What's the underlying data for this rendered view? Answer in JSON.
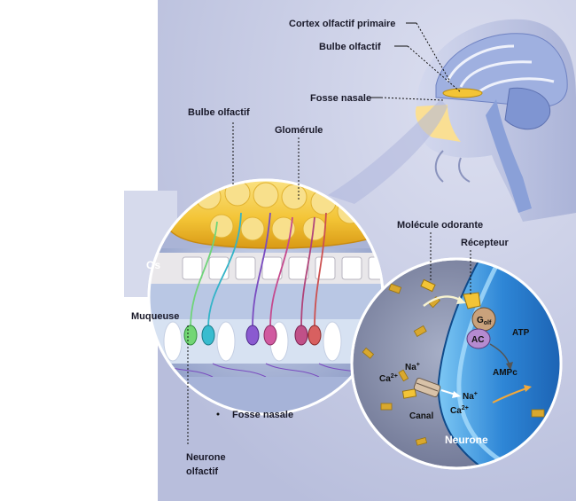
{
  "labels": {
    "cortex": "Cortex olfactif primaire",
    "bulbe_top": "Bulbe olfactif",
    "fosse_top": "Fosse nasale",
    "bulbe_left": "Bulbe olfactif",
    "glomerule": "Glomérule",
    "molecule": "Molécule odorante",
    "recepteur": "Récepteur",
    "os": "Os",
    "muqueuse": "Muqueuse",
    "fosse_bottom": "Fosse nasale",
    "neurone_olfactif": "Neurone\nolfactif",
    "neurone_olfactif_1": "Neurone",
    "neurone_olfactif_2": "olfactif",
    "neurone": "Neurone"
  },
  "molecules": {
    "golf_g": "G",
    "golf_sub": "olf",
    "ac": "AC",
    "atp": "ATP",
    "ampc": "AMPc",
    "canal": "Canal",
    "na_top": "Na",
    "ca_top": "Ca",
    "na_bottom": "Na",
    "ca_bottom": "Ca",
    "plus": "+",
    "two_plus": "2+"
  },
  "colors": {
    "background_panel": "#c4c9e4",
    "bulb_yellow": "#f3c436",
    "neuron_blue": "#2e86d6",
    "bone": "#e9e7ea",
    "mucosa": "#b9c7e4"
  }
}
